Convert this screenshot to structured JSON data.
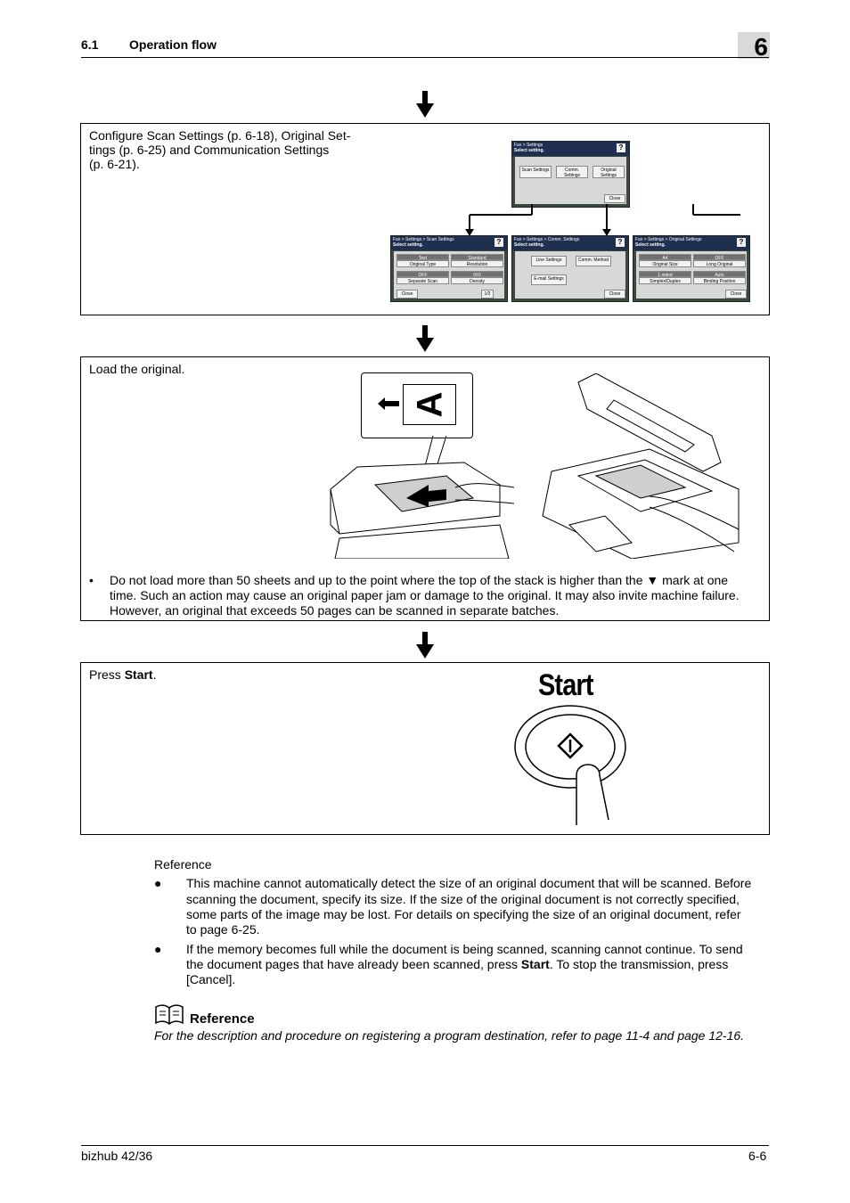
{
  "header": {
    "section_number": "6.1",
    "section_title": "Operation flow",
    "chapter_number": "6"
  },
  "step1": {
    "text_line1": "Configure Scan Settings (p. 6-18), Original Set-",
    "text_line2": "tings (p. 6-25) and Communication Settings",
    "text_line3": "(p. 6-21).",
    "main_screen": {
      "breadcrumb": "Fax > Settings",
      "title": "Select setting.",
      "help": "?",
      "buttons": [
        "Scan Settings",
        "Comm. Settings",
        "Original Settings"
      ],
      "close": "Close"
    },
    "scan_screen": {
      "breadcrumb": "Fax > Settings > Scan Settings",
      "title": "Select setting.",
      "help": "?",
      "values": [
        "Text",
        "Standard",
        "OFF",
        "0±0"
      ],
      "labels": [
        "Original Type",
        "Resolution",
        "Separate Scan",
        "Density"
      ],
      "close": "Close",
      "page": "1/2"
    },
    "comm_screen": {
      "breadcrumb": "Fax > Settings > Comm. Settings",
      "title": "Select setting.",
      "help": "?",
      "buttons": [
        "Line Settings",
        "Comm. Method",
        "E-mail Settings"
      ],
      "close": "Close"
    },
    "orig_screen": {
      "breadcrumb": "Fax > Settings > Original Settings",
      "title": "Select setting.",
      "help": "?",
      "values": [
        "A4",
        "OFF",
        "1-sided",
        "Auto"
      ],
      "labels": [
        "Original Size",
        "Long Original",
        "Simplex/Duplex",
        "Binding Position"
      ],
      "close": "Close"
    }
  },
  "step2": {
    "text": "Load the original.",
    "inset_letter": "A",
    "bullet_line1": "Do not load more than 50 sheets and up to the point where the top of the stack is higher than the ▼ mark at one",
    "bullet_line2": "time. Such an action may cause an original paper jam or damage to the original. It may also invite machine failure.",
    "bullet_line3": "However, an original that exceeds 50 pages can be scanned in separate batches."
  },
  "step3": {
    "text_pre": "Press ",
    "text_bold": "Start",
    "text_post": ".",
    "button_label": "Start"
  },
  "reference": {
    "heading": "Reference",
    "bullet1_line1": "This machine cannot automatically detect the size of an original document that will be scanned. Before",
    "bullet1_line2": "scanning the document, specify its size. If the size of the original document is not correctly specified,",
    "bullet1_line3": "some parts of the image may be lost. For details on specifying the size of an original document, refer",
    "bullet1_line4": "to page 6-25.",
    "bullet2_line1": "If the memory becomes full while the document is being scanned, scanning cannot continue. To send",
    "bullet2_line2_pre": "the document pages that have already been scanned, press ",
    "bullet2_line2_bold": "Start",
    "bullet2_line2_post": ". To stop the transmission, press",
    "bullet2_line3": "[Cancel].",
    "ref2_heading": "Reference",
    "ref2_text": "For the description and procedure on registering a program destination, refer to page 11-4 and page 12-16."
  },
  "footer": {
    "model": "bizhub 42/36",
    "page": "6-6"
  }
}
